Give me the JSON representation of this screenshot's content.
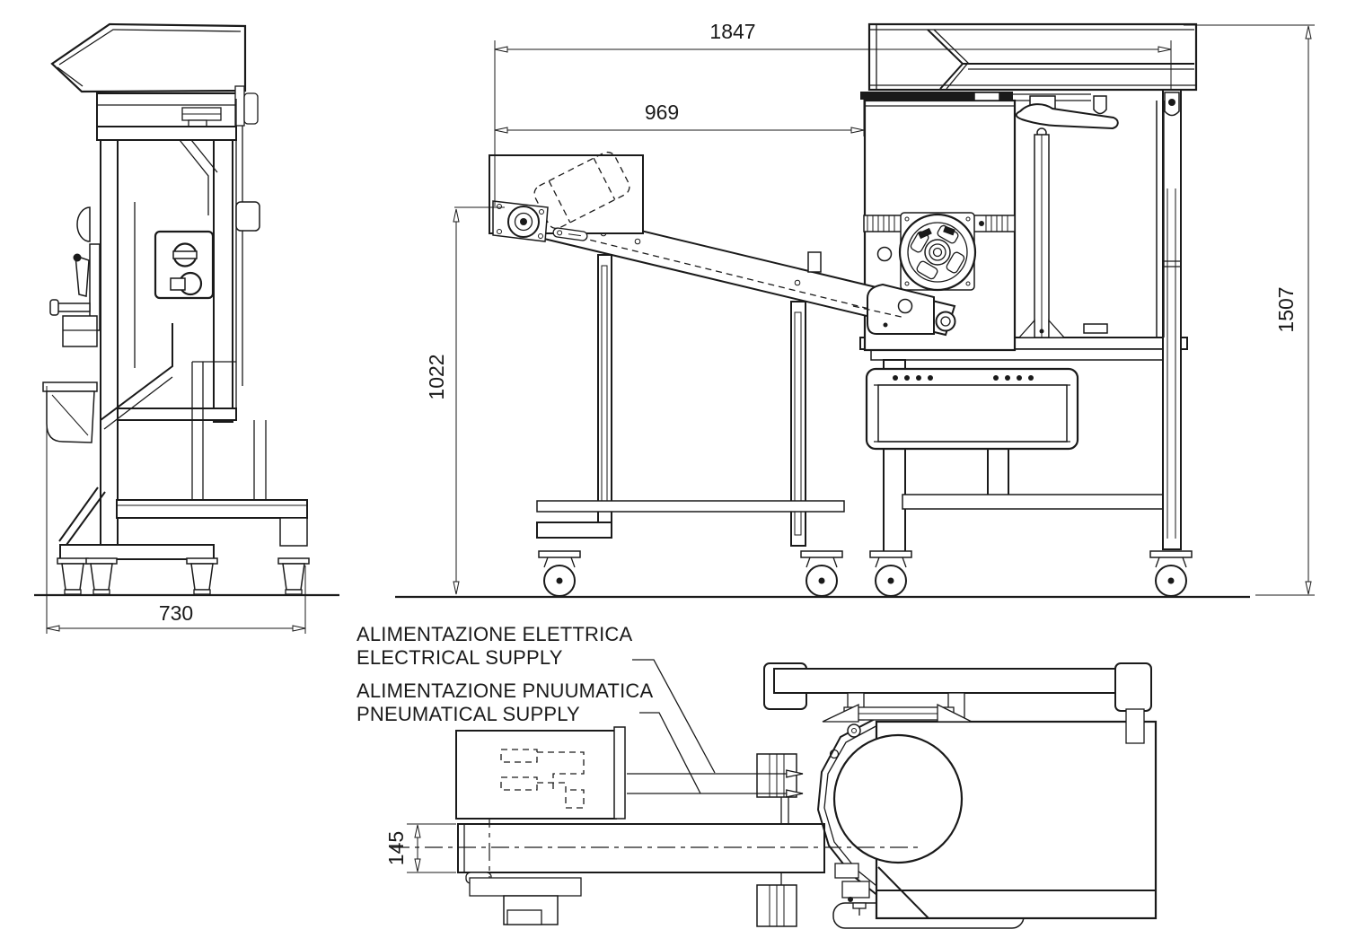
{
  "dimensions": {
    "overall_length": "1847",
    "infeed_length": "969",
    "conveyor_height": "1022",
    "overall_height": "1507",
    "base_depth": "730",
    "belt_width": "145"
  },
  "annotations": {
    "electrical_it": "ALIMENTAZIONE ELETTRICA",
    "electrical_en": "ELECTRICAL SUPPLY",
    "pneumatic_it": "ALIMENTAZIONE PNUUMATICA",
    "pneumatic_en": "PNEUMATICAL SUPPLY"
  },
  "colors": {
    "line": "#1a1a1a",
    "background": "#ffffff"
  }
}
